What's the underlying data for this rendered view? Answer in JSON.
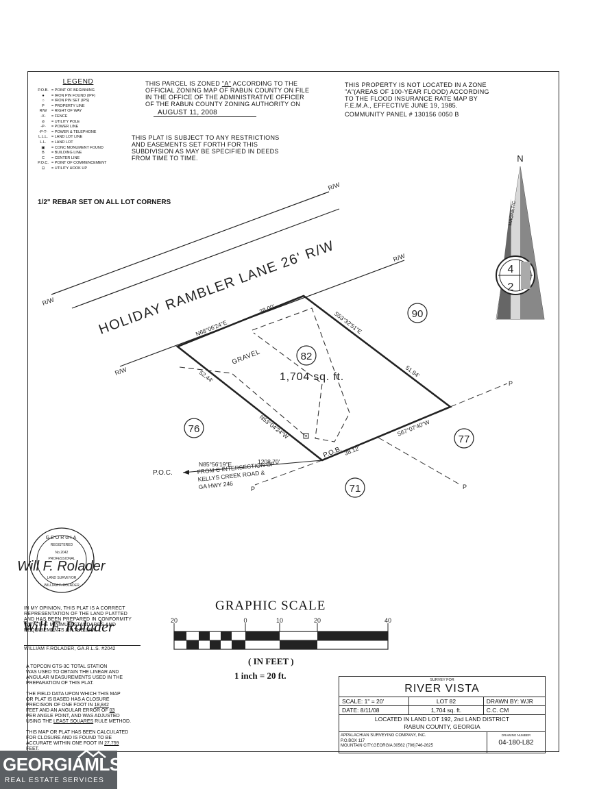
{
  "legend": {
    "title": "LEGEND",
    "items": [
      {
        "sym": "P.O.B.",
        "text": "= POINT OF BEGINNING"
      },
      {
        "sym": "●",
        "text": "= IRON PIN FOUND (IPF)"
      },
      {
        "sym": "○",
        "text": "= IRON PIN SET (IPS)"
      },
      {
        "sym": "P",
        "text": "= PROPERTY LINE"
      },
      {
        "sym": "R/W",
        "text": "= RIGHT OF WAY"
      },
      {
        "sym": "-X-",
        "text": "= FENCE"
      },
      {
        "sym": "⊘",
        "text": "= UTILITY POLE"
      },
      {
        "sym": "-P-",
        "text": "= POWER LINE"
      },
      {
        "sym": "-P-T-",
        "text": "= POWER & TELEPHONE"
      },
      {
        "sym": "L.L.L.",
        "text": "= LAND LOT LINE"
      },
      {
        "sym": "L.L.",
        "text": "= LAND LOT"
      },
      {
        "sym": "▣",
        "text": "= CONC MONUMENT FOUND"
      },
      {
        "sym": "B",
        "text": "= BUILDING LINE"
      },
      {
        "sym": "C",
        "text": "= CENTER LINE"
      },
      {
        "sym": "P.O.C.",
        "text": "= POINT OF COMMENCEMENT"
      },
      {
        "sym": "⊡",
        "text": "= UTILITY HOOK UP"
      }
    ]
  },
  "zoning": {
    "line1_pre": "THIS PARCEL IS ZONED",
    "zone": "\"A\"",
    "line1_post": "ACCORDING TO THE",
    "line2": "OFFICIAL ZONING MAP OF RABUN COUNTY ON FILE",
    "line3": "IN THE OFFICE OF THE ADMINISTRATIVE OFFICER",
    "line4": "OF THE RABUN COUNTY ZONING AUTHORITY ON",
    "date": "AUGUST 11, 2008"
  },
  "flood": {
    "line1": "THIS PROPERTY IS NOT LOCATED IN A ZONE",
    "line2": "\"A\"(AREAS OF 100-YEAR FLOOD) ACCORDING",
    "line3": "TO THE FLOOD INSURANCE RATE MAP BY",
    "line4": "F.E.M.A., EFFECTIVE JUNE 19, 1985.",
    "line5": "COMMUNITY PANEL # 130156   0050 B"
  },
  "restrictions": {
    "line1": "THIS PLAT IS SUBJECT TO ANY RESTRICTIONS",
    "line2": "AND EASEMENTS SET FORTH FOR THIS",
    "line3": "SUBDIVISION AS MAY BE SPECIFIED IN DEEDS",
    "line4": "FROM TIME TO TIME."
  },
  "rebar_note": "1/2\" REBAR SET ON ALL LOT CORNERS",
  "plat": {
    "road": "HOLIDAY RAMBLER LANE 26' R/W",
    "rw": "R/W",
    "gravel": "GRAVEL",
    "lot": "82",
    "area": "1,704 sq. ft.",
    "north": "N",
    "magnetic": "MAGNETIC",
    "compass_top": "4",
    "compass_bottom": "2",
    "brg_top": "N68°06'24\"E",
    "dist_top": "38.00'",
    "brg_right": "S53°32'51\"E",
    "dist_right": "51.94'",
    "brg_bottom": "S67°07'40\"W",
    "dist_bottom": "38.12'",
    "brg_left": "N53°04'24\"W",
    "dist_left": "52.44'",
    "pob": "P.O.B.",
    "poc": "P.O.C.",
    "tie_brg": "N85°56'19\"E",
    "tie_dist": "1208.70'",
    "tie_note1": "FROM C INTERSECTION OF",
    "tie_note2": "KELLYS CREEK ROAD &",
    "tie_note3": "GA HWY 246",
    "prop_line_mark": "P",
    "adj": [
      "90",
      "76",
      "77",
      "71"
    ]
  },
  "seal": {
    "state": "GEORGIA",
    "registered": "REGISTERED",
    "number": "No.2042",
    "professional": "PROFESSIONAL",
    "land_surveyor": "LAND SURVEYOR",
    "name": "WILLIAM F. ROLADER",
    "signature": "Will F. Rolader"
  },
  "opinion": {
    "line1": "IN MY OPINION, THIS PLAT IS A CORRECT",
    "line2": "REPRESENTATION OF THE LAND PLATTED",
    "line3": "AND HAS BEEN PREPARED IN CONFORMITY",
    "line4": "WITH THE MINIMUM STANDARDS AND",
    "line5": "REQUIREMENTS OF THE LAW.",
    "signer": "WILLIAM F.ROLADER, GA.R.L.S. #2042"
  },
  "scale": {
    "title": "GRAPHIC SCALE",
    "ticks": [
      "20",
      "0",
      "10",
      "20",
      "40"
    ],
    "units": "( IN FEET )",
    "ratio": "1 inch =  20  ft."
  },
  "instrument": {
    "line1": "A TOPCON GTS-3C TOTAL STATION",
    "line2": "WAS USED TO OBTAIN THE LINEAR AND",
    "line3": "ANGULAR MEASUREMENTS USED IN THE",
    "line4": "PREPARATION OF THIS PLAT."
  },
  "closure": {
    "line1": "THE FIELD DATA UPON WHICH THIS MAP",
    "line2": "OR PLAT IS BASED HAS A CLOSURE",
    "line3_pre": "PRECISION OF ONE FOOT IN",
    "line3_val": "18,842",
    "line4_pre": "FEET AND AN ANGULAR ERROR OF",
    "line4_val": "03",
    "line5": "PER ANGLE POINT, AND WAS ADJUSTED",
    "line6_pre": "USING THE",
    "line6_val": "LEAST SQUARES",
    "line6_post": "RULE METHOD."
  },
  "accuracy": {
    "line1": "THIS MAP OR PLAT HAS BEEN CALCULATED",
    "line2": "FOR CLOSURE AND IS FOUND TO BE",
    "line3_pre": "ACCURATE WITHIN ONE FOOT IN",
    "line3_val": "27,759",
    "line4": "FEET."
  },
  "title_block": {
    "survey_for": "SURVEY FOR",
    "client": "RIVER VISTA",
    "scale": "SCALE: 1\" = 20'",
    "lot": "LOT 82",
    "drawn_by": "DRAWN BY: WJR",
    "date": "DATE: 8/11/08",
    "area": "1,704 sq. ft.",
    "cc": "C.C. CM",
    "location1": "LOCATED IN LAND LOT 192, 2nd LAND DISTRICT",
    "location2": "RABUN COUNTY, GEORGIA",
    "company1": "APPALACHIAN SURVEYING COMPANY, INC.",
    "company2": "P.O.BOX 117",
    "company3": "MOUNTAIN CITY,GEORGIA   30562   (706)746-2625",
    "drawing_label": "DRAWING NUMBER",
    "drawing_number": "04-180-L82"
  },
  "watermark": {
    "brand": "GEORGIAMLS",
    "sub": "REAL ESTATE SERVICES"
  }
}
